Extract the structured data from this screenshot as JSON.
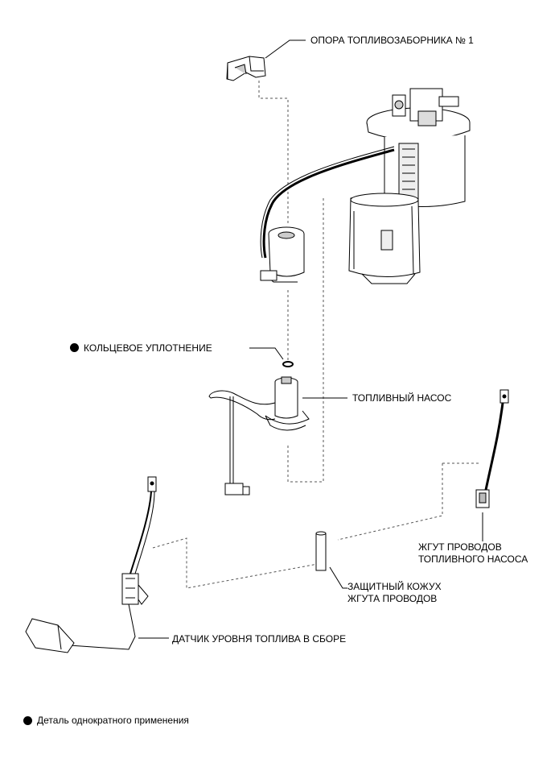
{
  "labels": {
    "support": "ОПОРА ТОПЛИВОЗАБОРНИКА № 1",
    "oring": "КОЛЬЦЕВОЕ УПЛОТНЕНИЕ",
    "pump": "ТОПЛИВНЫЙ НАСОС",
    "harness_line1": "ЖГУТ ПРОВОДОВ",
    "harness_line2": "ТОПЛИВНОГО НАСОСА",
    "protector_line1": "ЗАЩИТНЫЙ КОЖУХ",
    "protector_line2": "ЖГУТА ПРОВОДОВ",
    "sender": "ДАТЧИК УРОВНЯ ТОПЛИВА В СБОРЕ"
  },
  "legend": {
    "text": "Деталь однократного применения"
  },
  "colors": {
    "line": "#000000",
    "part_fill": "#ffffff",
    "part_shade": "#d0d0d0",
    "part_dark": "#555555"
  }
}
